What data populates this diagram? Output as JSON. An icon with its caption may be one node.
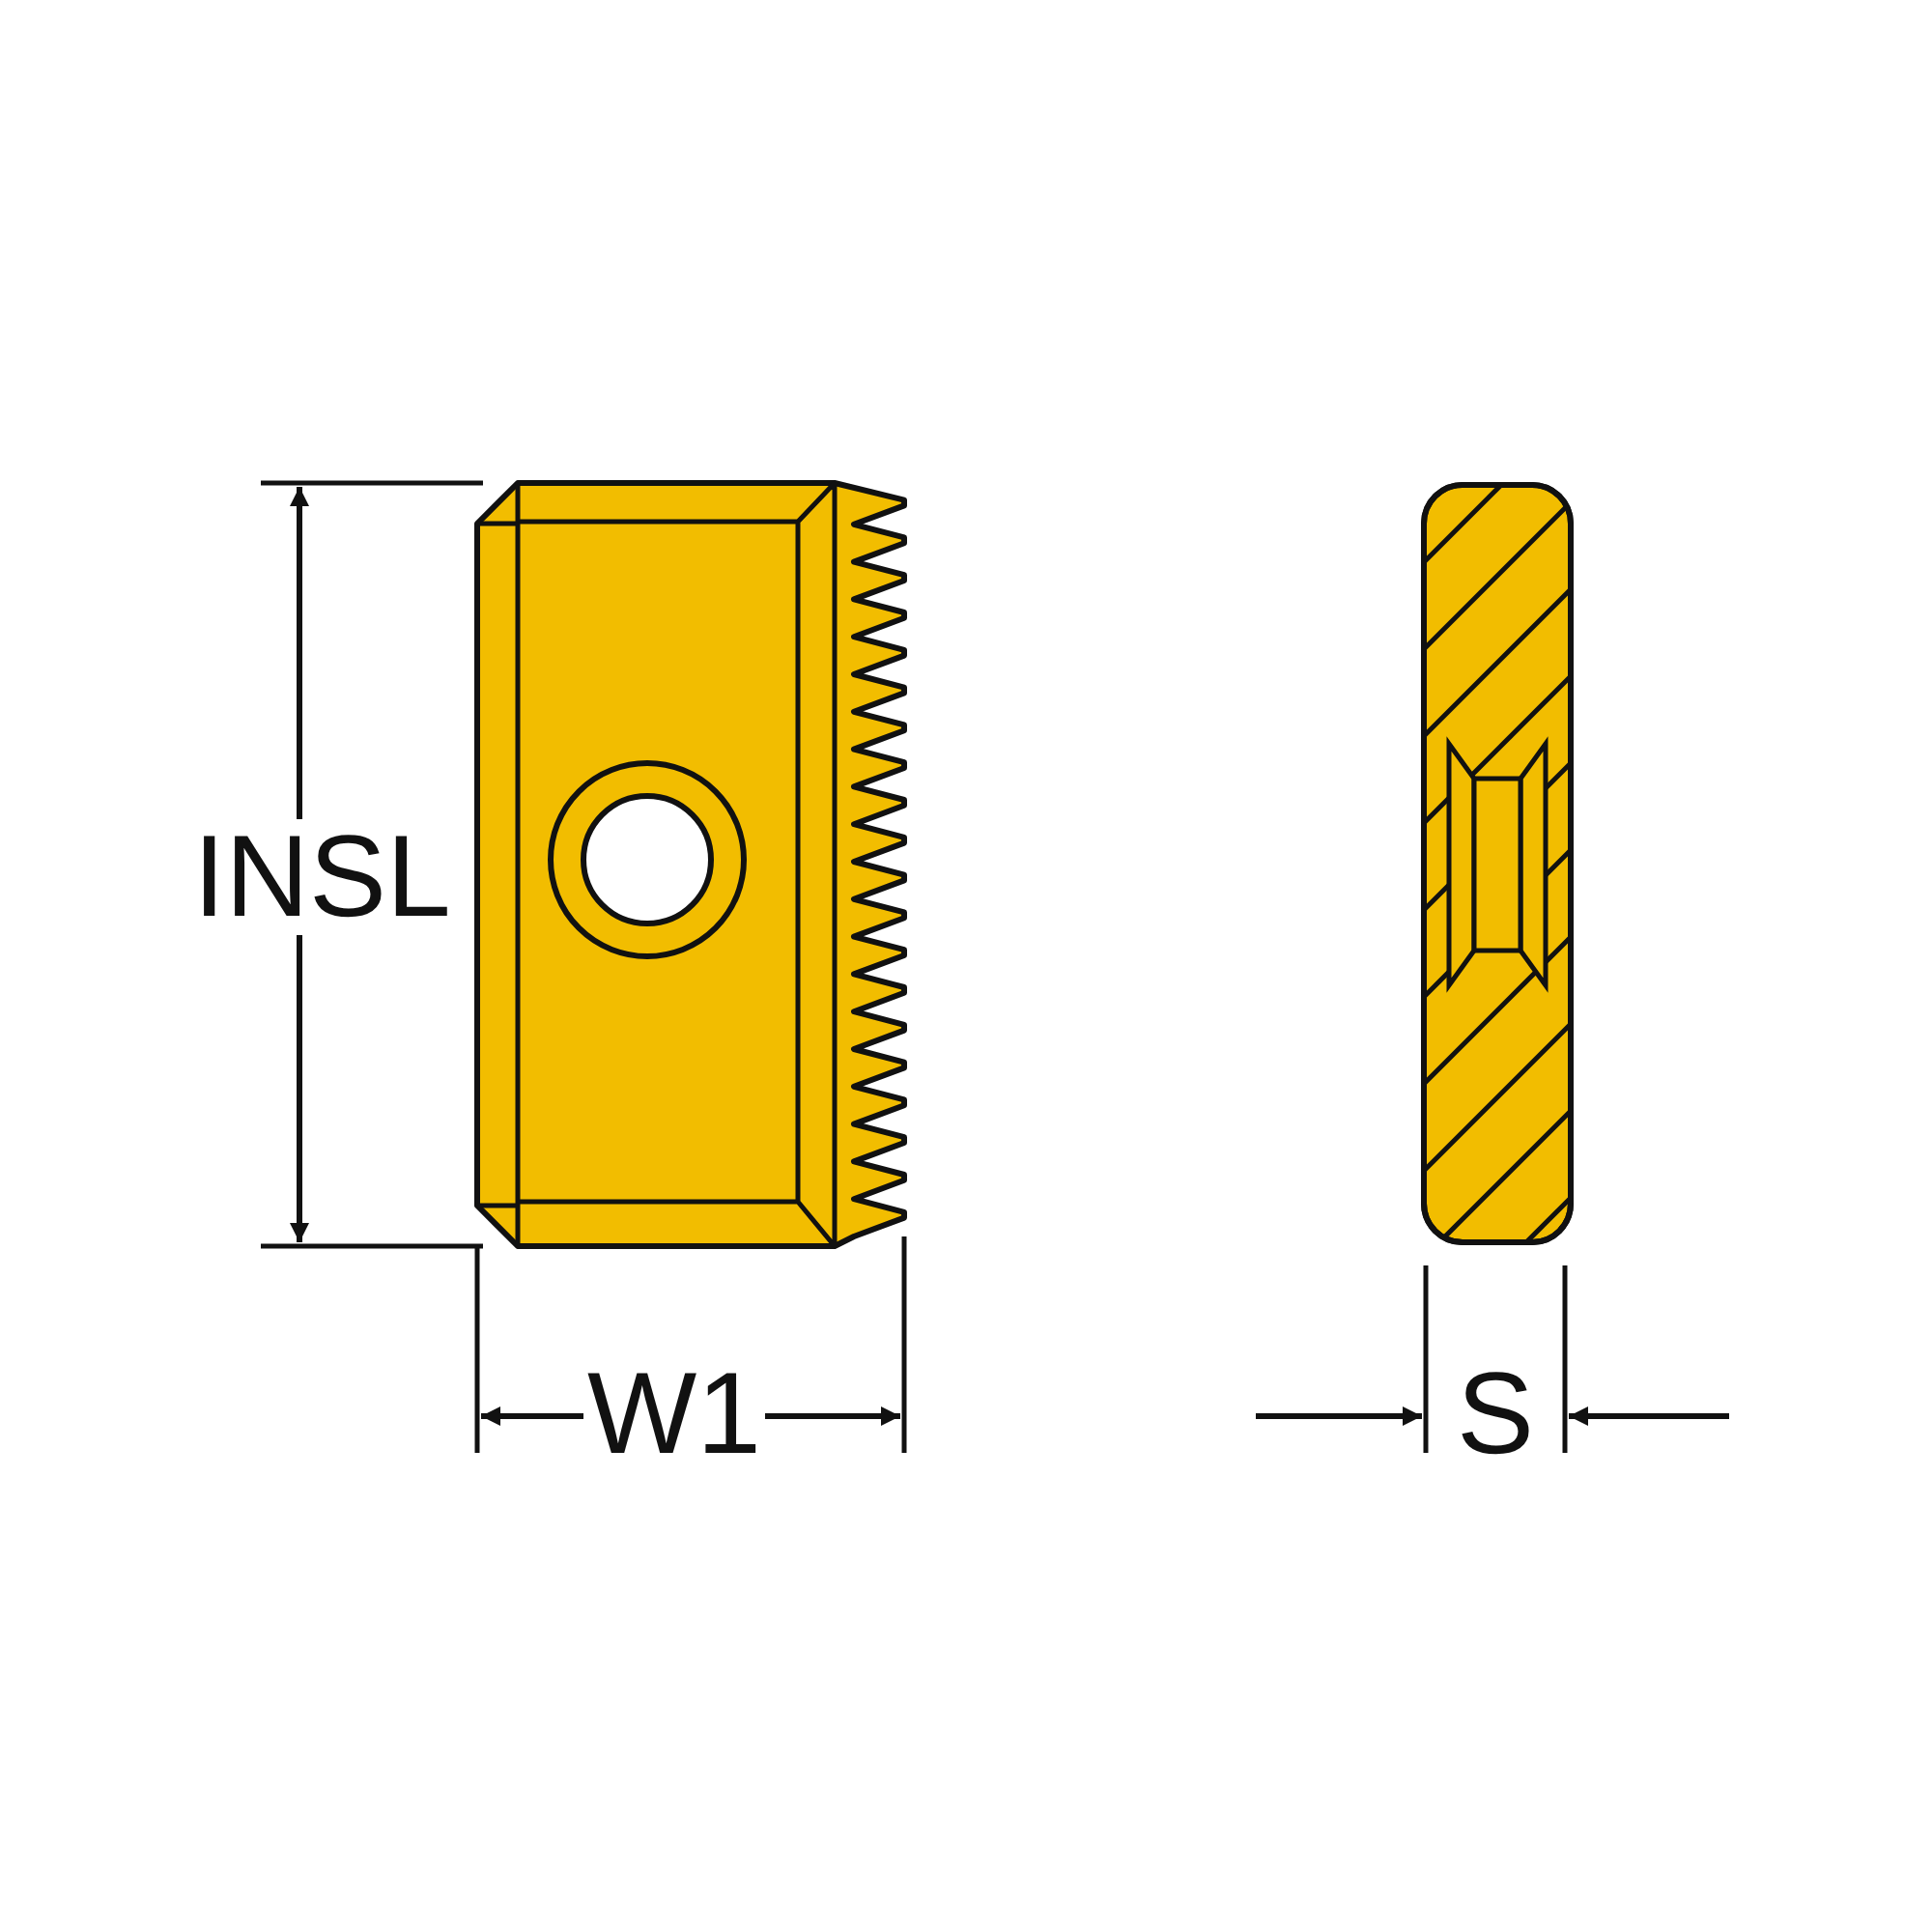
{
  "diagram": {
    "labels": [
      "INSL",
      "W1",
      "S"
    ]
  }
}
